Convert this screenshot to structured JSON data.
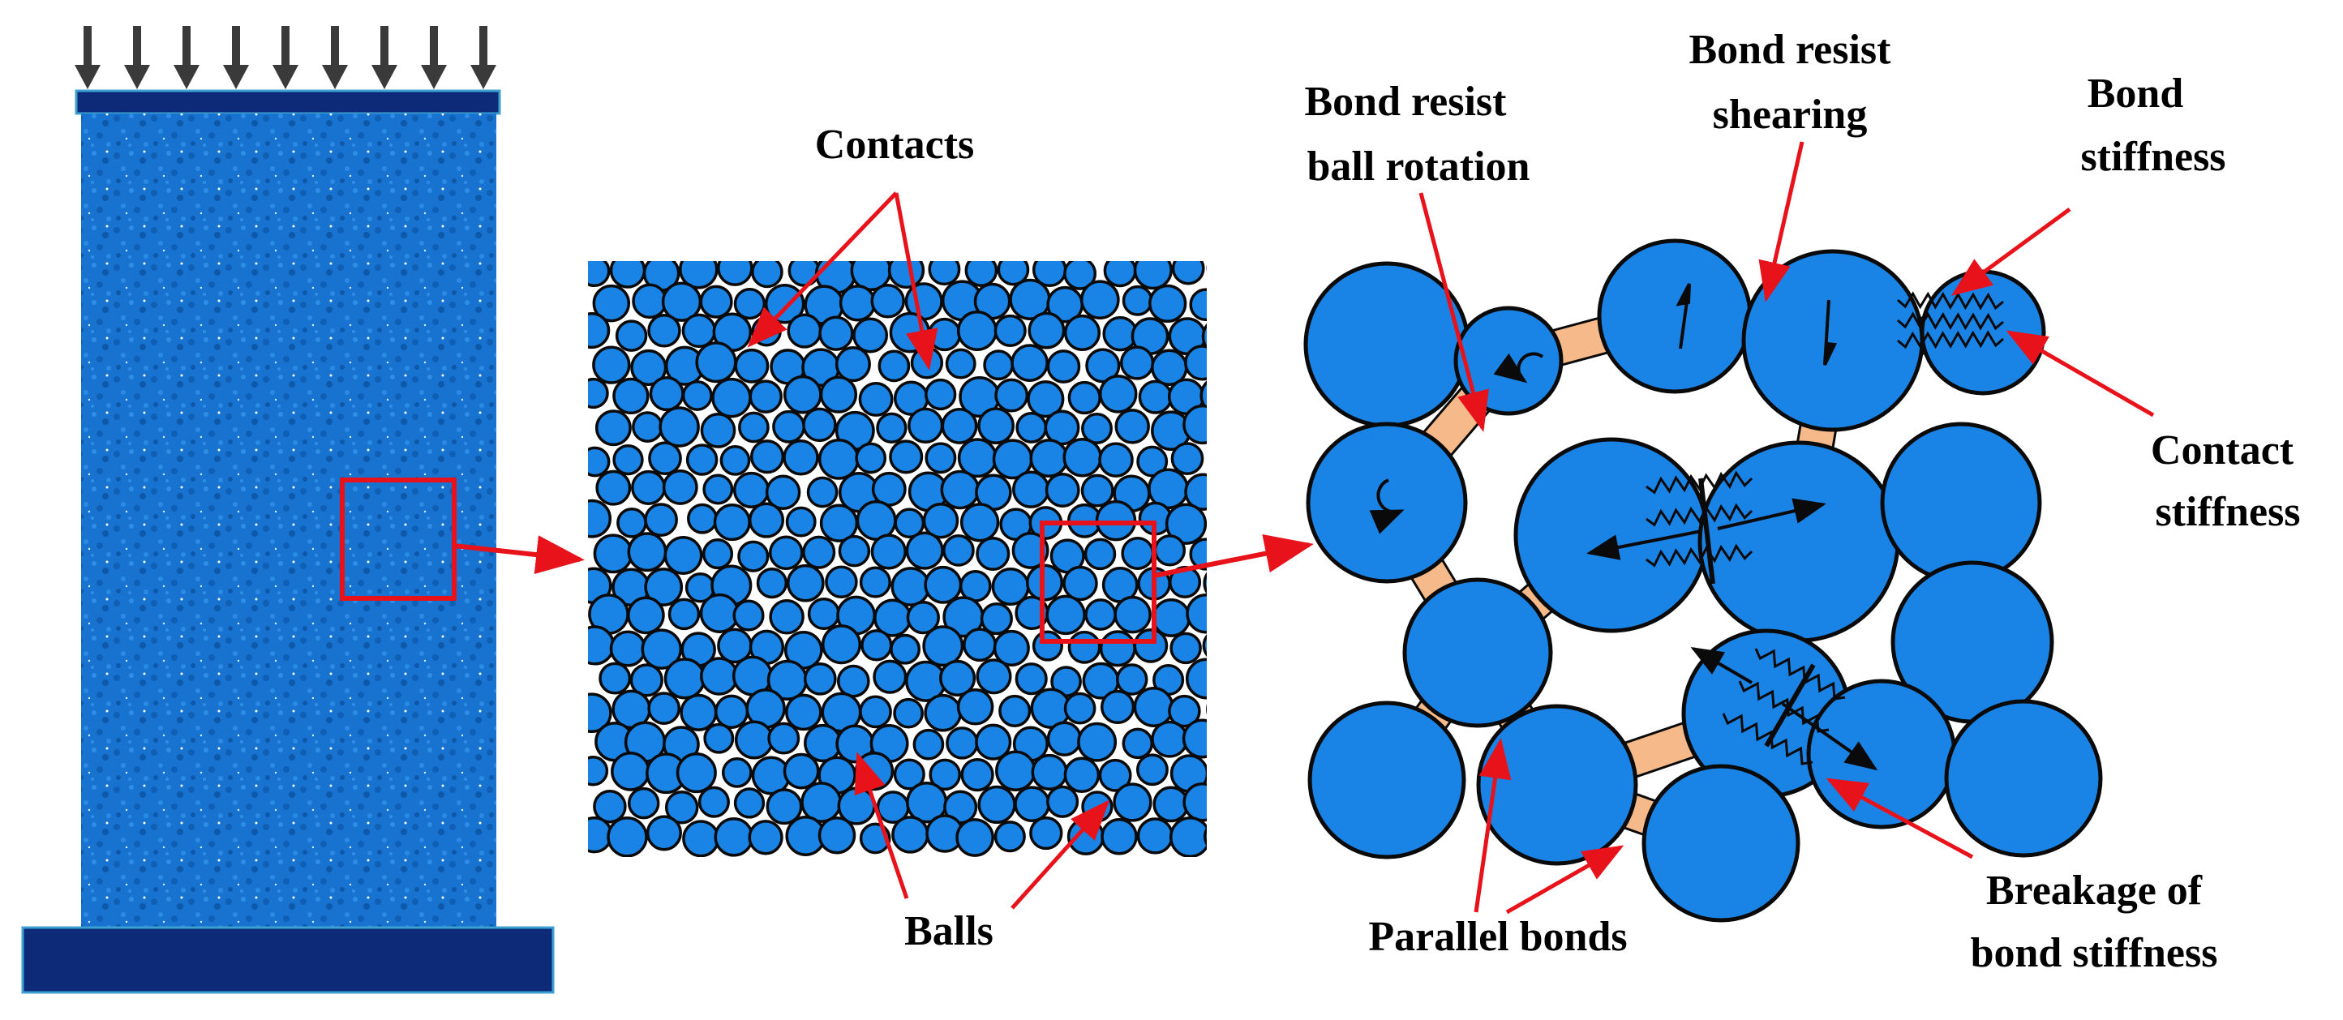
{
  "labels": {
    "contacts": "Contacts",
    "balls": "Balls",
    "bond_resist_rotation_1": "Bond resist",
    "bond_resist_rotation_2": "ball rotation",
    "bond_resist_shearing_1": "Bond resist",
    "bond_resist_shearing_2": "shearing",
    "bond_stiffness_1": "Bond",
    "bond_stiffness_2": "stiffness",
    "contact_stiffness_1": "Contact",
    "contact_stiffness_2": "stiffness",
    "breakage_1": "Breakage of",
    "breakage_2": "bond stiffness",
    "parallel_bonds": "Parallel bonds"
  },
  "colors": {
    "ball": "#1a84e6",
    "specimen": "#1873d0",
    "platen": "#0c2a78",
    "bond": "#f6b98a",
    "callout": "#e8121a",
    "load_arrow": "#3a3a3a",
    "outline": "#0a0a0a"
  },
  "icons": {
    "load": "down-arrow-icon",
    "rotation": "rotation-icon",
    "spring": "spring-icon"
  }
}
